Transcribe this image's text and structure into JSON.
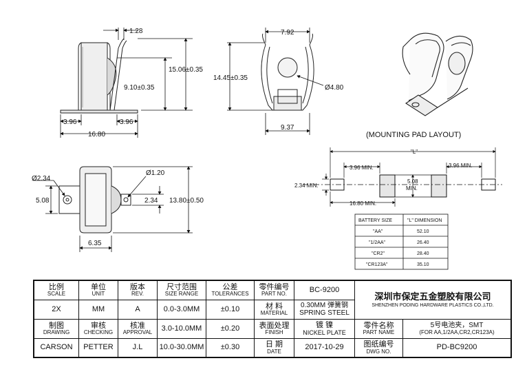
{
  "views": {
    "side_view": {
      "dims": {
        "top_offset": "1.28",
        "total_height": "15.06±0.35",
        "inner_height": "9.10±0.35",
        "left_pad": "3.96",
        "right_pad": "3.96",
        "overall_length": "16.80"
      }
    },
    "end_view": {
      "dims": {
        "top_width": "7.92",
        "height": "14.45±0.35",
        "hole": "Ø4.80",
        "base_width": "9.37"
      }
    },
    "top_view": {
      "dims": {
        "hole_left": "Ø2.34",
        "hole_small": "Ø1.20",
        "tab_left": "5.08",
        "tab_right": "2.34",
        "overall_width": "13.80±0.50",
        "body_width": "6.35"
      }
    },
    "mounting_pad": {
      "title": "(MOUNTING PAD LAYOUT)",
      "dims": {
        "L": "\"L\"",
        "min_left": "3.96 MIN.",
        "min_right": "3.96 MIN.",
        "pad_height": "2.34 MIN.",
        "center_pad": "5.08",
        "center_pad_suffix": "MIN.",
        "total": "16.80 MIN."
      }
    },
    "battery_table": {
      "headers": [
        "BATTERY SIZE",
        "\"L\" DIMENSION"
      ],
      "rows": [
        [
          "\"AA\"",
          "52.10"
        ],
        [
          "\"1/2AA\"",
          "26.40"
        ],
        [
          "\"CR2\"",
          "28.40"
        ],
        [
          "\"CR123A\"",
          "35.10"
        ]
      ]
    }
  },
  "title_block": {
    "headers": [
      {
        "zh": "比例",
        "en": "SCALE"
      },
      {
        "zh": "单位",
        "en": "UNIT"
      },
      {
        "zh": "版本",
        "en": "REV."
      },
      {
        "zh": "尺寸范围",
        "en": "SIZE RANGE"
      },
      {
        "zh": "公差",
        "en": "TOLERANCES"
      }
    ],
    "row1": [
      "2X",
      "MM",
      "A",
      "0.0-3.0MM",
      "±0.10"
    ],
    "sign_headers": [
      {
        "zh": "制图",
        "en": "DRAWING"
      },
      {
        "zh": "审核",
        "en": "CHECKING"
      },
      {
        "zh": "核准",
        "en": "APPROVAL"
      }
    ],
    "row2_range": "3.0-10.0MM",
    "row2_tol": "±0.20",
    "names": [
      "CARSON",
      "PETTER",
      "J.L"
    ],
    "row3_range": "10.0-30.0MM",
    "row3_tol": "±0.30",
    "part_no_label": {
      "zh": "零件编号",
      "en": "PART NO."
    },
    "part_no": "BC-9200",
    "material_label": {
      "zh": "材 料",
      "en": "MATERIAL"
    },
    "material": {
      "line1": "0.30MM 弹簧钢",
      "line2": "SPRING STEEL"
    },
    "finish_label": {
      "zh": "表面处理",
      "en": "FINISH"
    },
    "finish": {
      "zh": "镀 镍",
      "en": "NICKEL PLATE"
    },
    "date_label": {
      "zh": "日 期",
      "en": "DATE"
    },
    "date": "2017-10-29",
    "company": {
      "zh": "深圳市保定五金塑胶有限公司",
      "en": "SHENZHEN PODING HARDWARE PLASTICS CO.,LTD."
    },
    "part_name_label": {
      "zh": "零件名称",
      "en": "PART NAME"
    },
    "part_name": {
      "line1": "5号电池夹，SMT",
      "line2": "(FOR AA,1/2AA,CR2,CR123A)"
    },
    "dwg_no_label": {
      "zh": "图纸编号",
      "en": "DWG NO."
    },
    "dwg_no": "PD-BC9200"
  }
}
